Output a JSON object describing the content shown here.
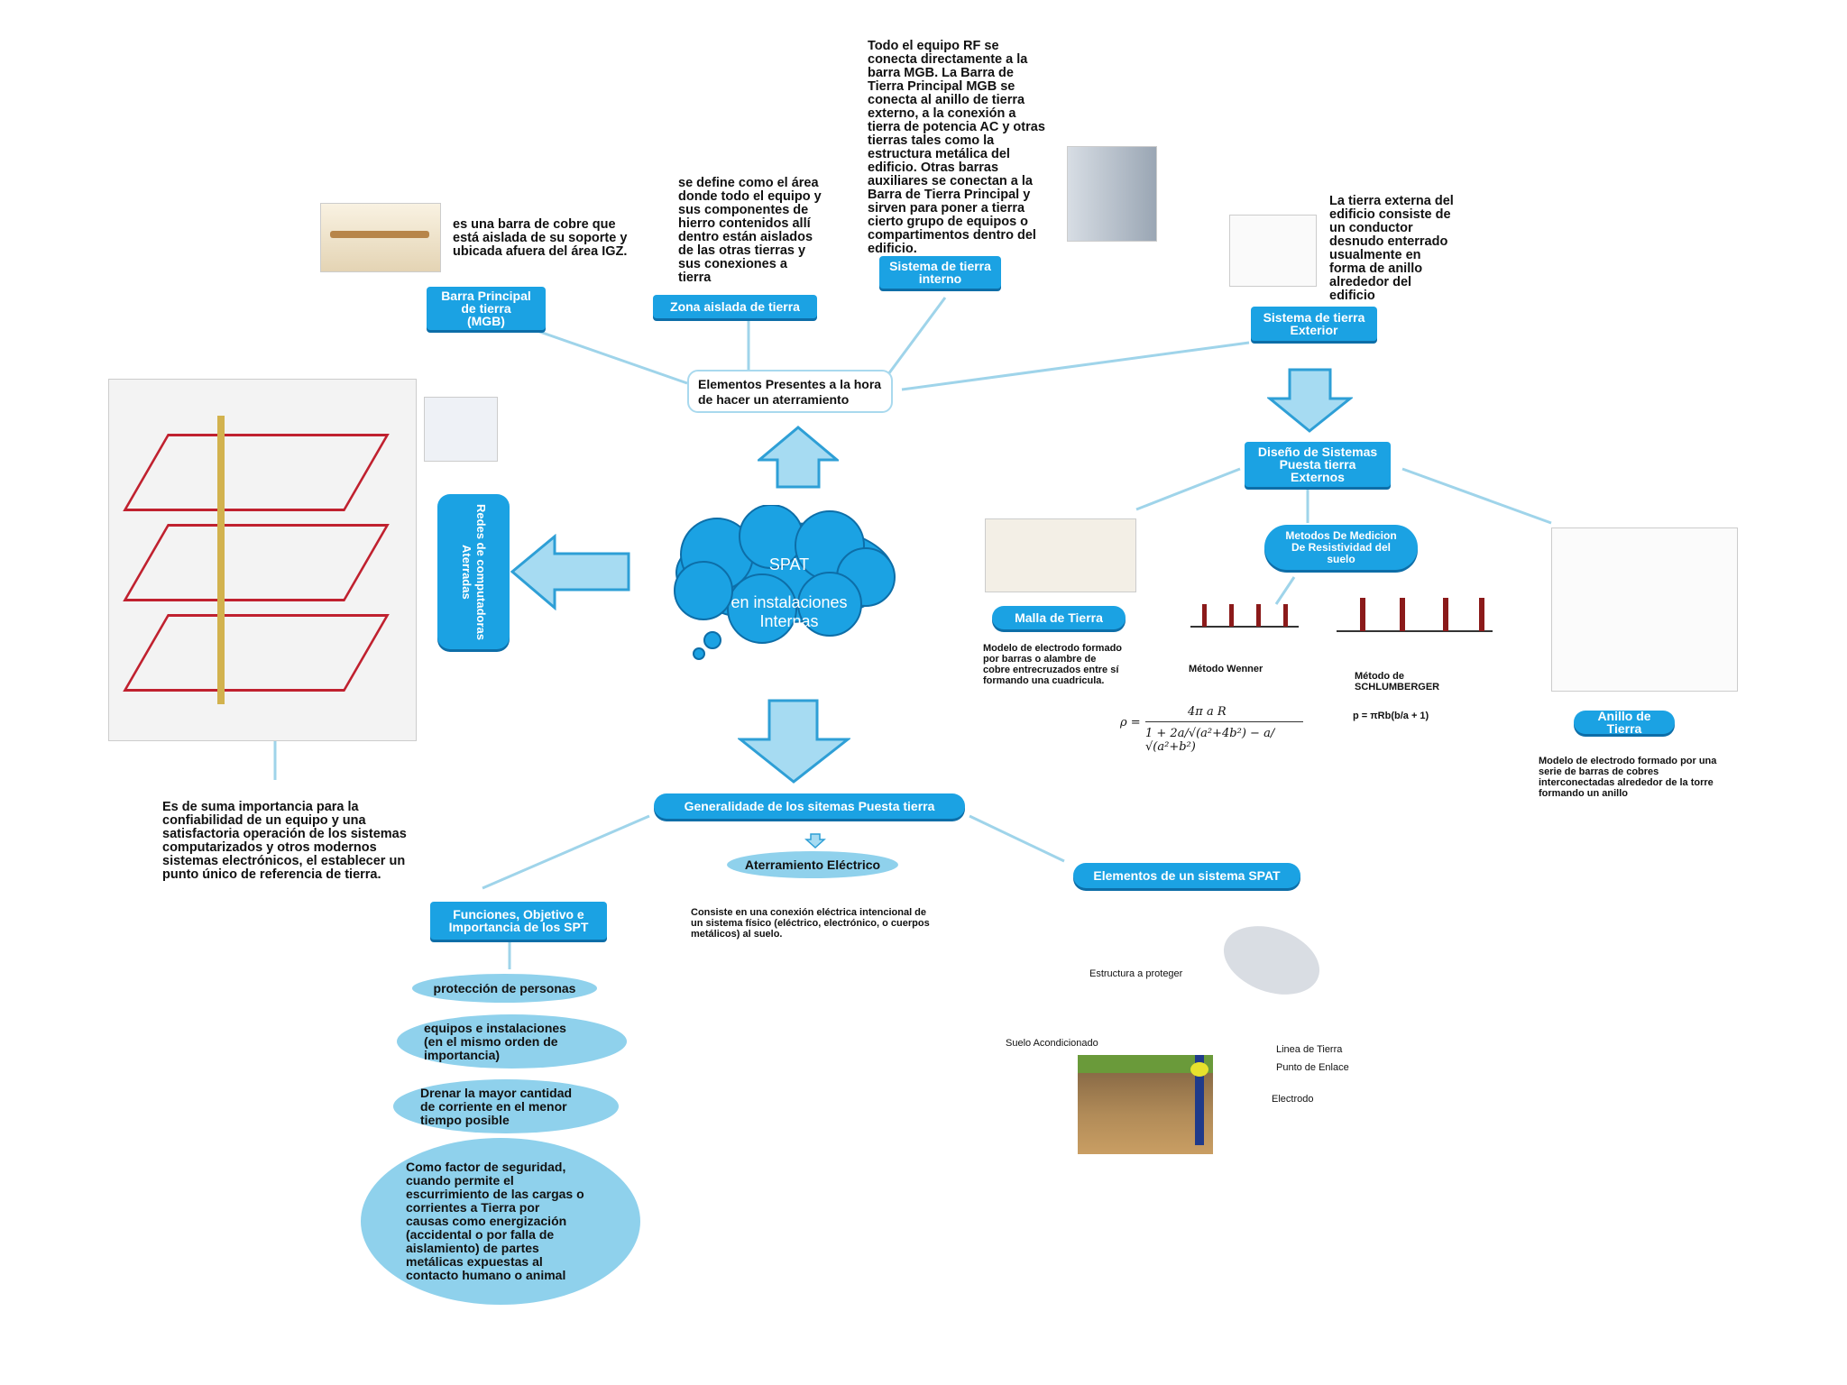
{
  "center": {
    "line1": "SPAT",
    "line2": "en instalaciones\nInternas"
  },
  "elementos_hub": "Elementos Presentes a la hora\nde hacer un aterramiento",
  "nodes": {
    "barra_principal": {
      "label": "Barra Principal\nde tierra\n(MGB)",
      "desc": "es una barra de cobre que\nestá aislada de su soporte y\nubicada afuera del área IGZ."
    },
    "zona_aislada": {
      "label": "Zona aislada de tierra",
      "desc": "se define como el área\ndonde todo el equipo y\nsus componentes de\nhierro contenidos allí\ndentro están aislados\nde las otras tierras y\nsus conexiones a\ntierra"
    },
    "sistema_interno": {
      "label": "Sistema de tierra\ninterno",
      "desc": "Todo el equipo RF se\nconecta directamente a la\nbarra MGB. La Barra de\nTierra Principal MGB se\nconecta al anillo de tierra\nexterno, a la conexión a\ntierra de potencia AC y otras\ntierras tales como la\nestructura metálica del\nedificio. Otras barras\nauxiliares se conectan a la\nBarra de Tierra Principal y\nsirven para poner a tierra\ncierto grupo de equipos o\ncompartimentos dentro del\nedificio."
    },
    "sistema_exterior": {
      "label": "Sistema de tierra\nExterior",
      "desc": "La tierra externa del\nedificio consiste de\nun conductor\ndesnudo enterrado\nusualmente en\nforma de anillo\nalrededor del\nedificio"
    },
    "diseno": {
      "label": "Diseño de Sistemas\nPuesta tierra\nExternos"
    },
    "malla": {
      "label": "Malla de Tierra",
      "desc": "Modelo de electrodo formado\npor barras o alambre de\ncobre entrecruzados entre sí\nformando una cuadricula."
    },
    "metodos": {
      "label": "Metodos De Medicion\nDe  Resistividad del\nsuelo",
      "wenner": "Método Wenner",
      "schlumberger": "Método de\nSCHLUMBERGER",
      "formula_s": "p = πRb(b/a + 1)"
    },
    "anillo": {
      "label": "Anillo de Tierra",
      "desc": "Modelo de electrodo formado por una\nserie de barras de cobres\ninterconectadas alrededor de la torre\nformando un anillo"
    },
    "redes": {
      "label": "Redes de computadoras\nAterradas",
      "desc": "Es de suma importancia para la\nconfiabilidad de un equipo y una\nsatisfactoria operación de los sistemas\ncomputarizados y otros modernos\nsistemas electrónicos, el establecer un\npunto único de referencia de tierra."
    },
    "generalidades": {
      "label": "Generalidade de los sitemas Puesta tierra"
    },
    "aterramiento": {
      "label": "Aterramiento Eléctrico",
      "desc": "Consiste en una conexión eléctrica intencional de\nun sistema físico (eléctrico, electrónico, o cuerpos\nmetálicos) al suelo."
    },
    "funciones": {
      "label": "Funciones, Objetivo e\nImportancia de los SPT",
      "items": [
        "protección de personas",
        "equipos e instalaciones\n(en el mismo orden de\nimportancia)",
        "Drenar la mayor cantidad\nde corriente en el menor\ntiempo posible",
        "Como factor de seguridad,\ncuando permite el\nescurrimiento de las cargas o\ncorrientes a Tierra por\ncausas como energización\n(accidental o por falla de\naislamiento) de partes\nmetálicas expuestas al\ncontacto humano o animal"
      ]
    },
    "elementos_spat": {
      "label": "Elementos de un sistema SPAT",
      "fig_labels": [
        "Estructura a proteger",
        "Suelo Acondicionado",
        "Linea de Tierra",
        "Punto de Enlace",
        "Electrodo"
      ]
    }
  },
  "colors": {
    "accent": "#1ba2e3",
    "light": "#8fd1ec",
    "line": "#9fd4ea",
    "arrow_fill": "#a6dbf2",
    "arrow_stroke": "#2e9fd6"
  }
}
